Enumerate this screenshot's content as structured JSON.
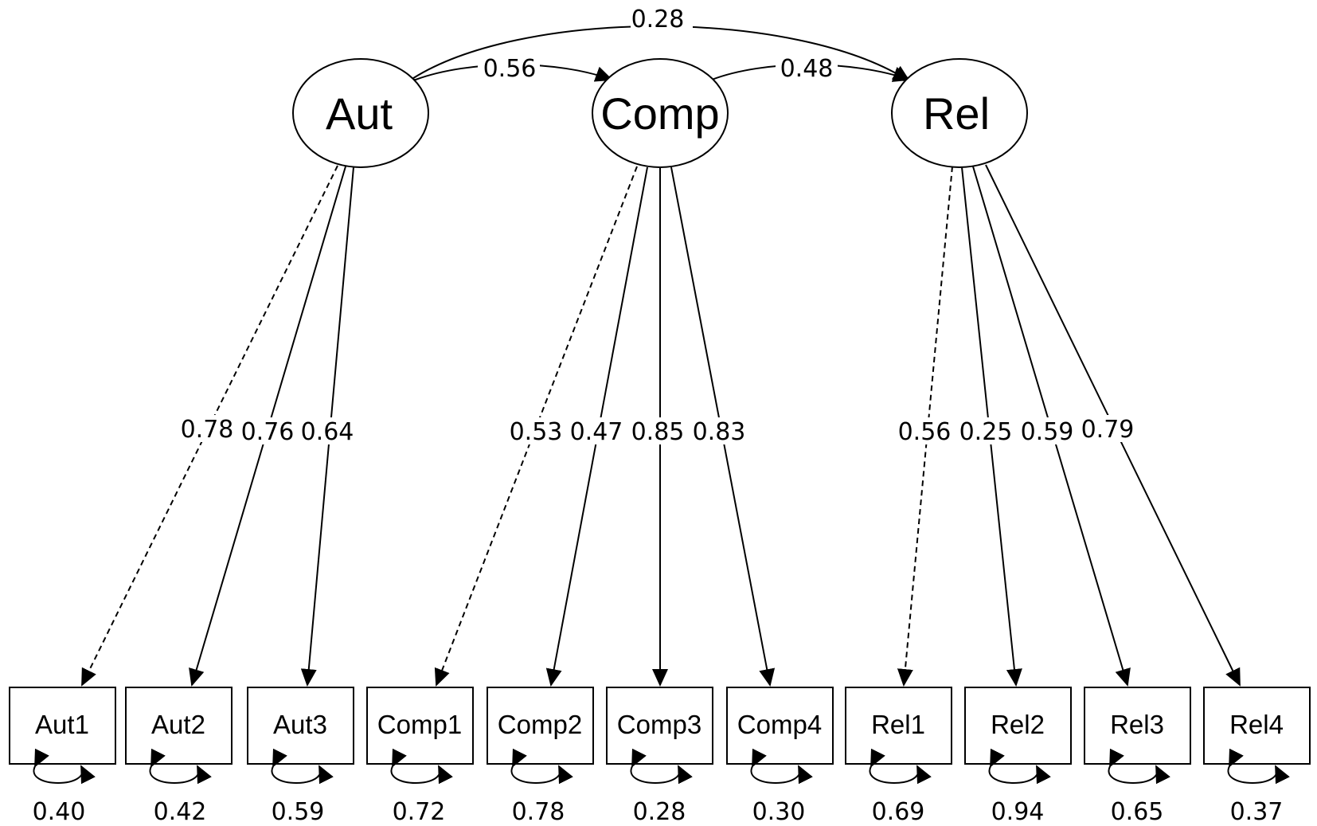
{
  "latents": [
    {
      "id": "Aut",
      "label": "Aut"
    },
    {
      "id": "Comp",
      "label": "Comp"
    },
    {
      "id": "Rel",
      "label": "Rel"
    }
  ],
  "observed": [
    {
      "id": "Aut1",
      "label": "Aut1",
      "factor": "Aut",
      "loading": "0.78",
      "residual": "0.40",
      "dashed": true
    },
    {
      "id": "Aut2",
      "label": "Aut2",
      "factor": "Aut",
      "loading": "0.76",
      "residual": "0.42",
      "dashed": false
    },
    {
      "id": "Aut3",
      "label": "Aut3",
      "factor": "Aut",
      "loading": "0.64",
      "residual": "0.59",
      "dashed": false
    },
    {
      "id": "Comp1",
      "label": "Comp1",
      "factor": "Comp",
      "loading": "0.53",
      "residual": "0.72",
      "dashed": true
    },
    {
      "id": "Comp2",
      "label": "Comp2",
      "factor": "Comp",
      "loading": "0.47",
      "residual": "0.78",
      "dashed": false
    },
    {
      "id": "Comp3",
      "label": "Comp3",
      "factor": "Comp",
      "loading": "0.85",
      "residual": "0.28",
      "dashed": false
    },
    {
      "id": "Comp4",
      "label": "Comp4",
      "factor": "Comp",
      "loading": "0.83",
      "residual": "0.30",
      "dashed": false
    },
    {
      "id": "Rel1",
      "label": "Rel1",
      "factor": "Rel",
      "loading": "0.56",
      "residual": "0.69",
      "dashed": true
    },
    {
      "id": "Rel2",
      "label": "Rel2",
      "factor": "Rel",
      "loading": "0.25",
      "residual": "0.94",
      "dashed": false
    },
    {
      "id": "Rel3",
      "label": "Rel3",
      "factor": "Rel",
      "loading": "0.59",
      "residual": "0.65",
      "dashed": false
    },
    {
      "id": "Rel4",
      "label": "Rel4",
      "factor": "Rel",
      "loading": "0.79",
      "residual": "0.37",
      "dashed": false
    }
  ],
  "covariances": [
    {
      "from": "Aut",
      "to": "Rel",
      "value": "0.28"
    },
    {
      "from": "Aut",
      "to": "Comp",
      "value": "0.56"
    },
    {
      "from": "Comp",
      "to": "Rel",
      "value": "0.48"
    }
  ]
}
